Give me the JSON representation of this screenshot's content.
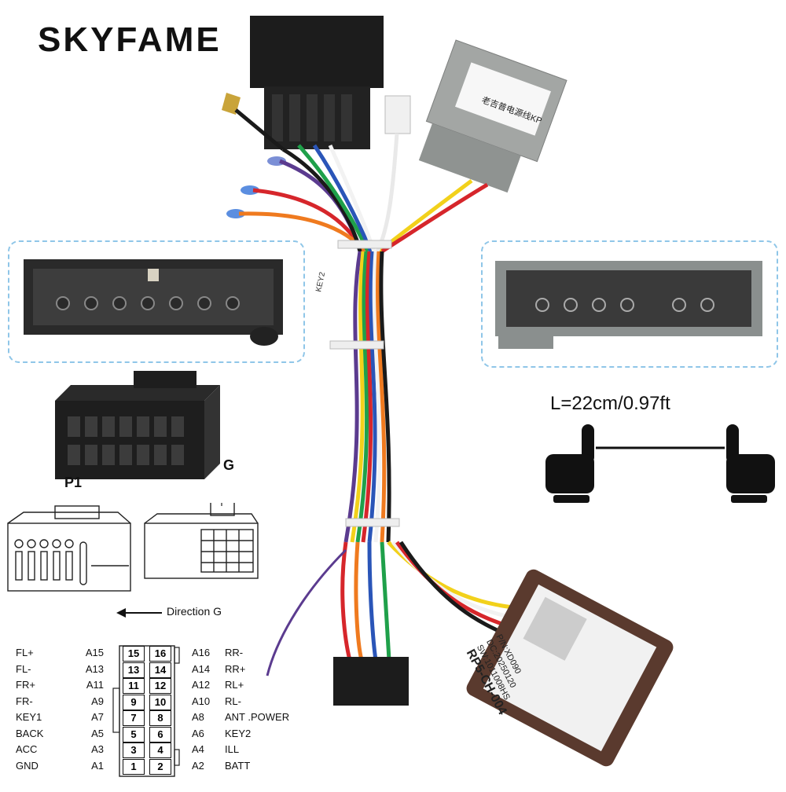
{
  "brand": "SKYFAME",
  "length_label": "L=22cm/0.97ft",
  "connector_labels": {
    "p1": "P1",
    "g": "G"
  },
  "direction_label": "Direction G",
  "harness_tags": {
    "plug_tag": "老吉普电源线KP",
    "tag_key": "KEY2"
  },
  "module_label": {
    "model": "RP5-CH-004",
    "version": "SW:1011008HS",
    "pin": "P/N:XD090",
    "date": "DC:20250120"
  },
  "pins": [
    {
      "lname": "FL+",
      "lcode": "A15",
      "lnum": "15",
      "rnum": "16",
      "rcode": "A16",
      "rname": "RR-"
    },
    {
      "lname": "FL-",
      "lcode": "A13",
      "lnum": "13",
      "rnum": "14",
      "rcode": "A14",
      "rname": "RR+"
    },
    {
      "lname": "FR+",
      "lcode": "A11",
      "lnum": "11",
      "rnum": "12",
      "rcode": "A12",
      "rname": "RL+"
    },
    {
      "lname": "FR-",
      "lcode": "A9",
      "lnum": "9",
      "rnum": "10",
      "rcode": "A10",
      "rname": "RL-"
    },
    {
      "lname": "KEY1",
      "lcode": "A7",
      "lnum": "7",
      "rnum": "8",
      "rcode": "A8",
      "rname": "ANT .POWER"
    },
    {
      "lname": "BACK",
      "lcode": "A5",
      "lnum": "5",
      "rnum": "6",
      "rcode": "A6",
      "rname": "KEY2"
    },
    {
      "lname": "ACC",
      "lcode": "A3",
      "lnum": "3",
      "rnum": "4",
      "rcode": "A4",
      "rname": "ILL"
    },
    {
      "lname": "GND",
      "lcode": "A1",
      "lnum": "1",
      "rnum": "2",
      "rcode": "A2",
      "rname": "BATT"
    }
  ],
  "colors": {
    "wire_yellow": "#f2d11b",
    "wire_red": "#d6262b",
    "wire_black": "#1a1a1a",
    "wire_blue": "#2a55b8",
    "wire_white": "#f2f2f2",
    "wire_orange": "#ef7a1f",
    "wire_green": "#1fa04a",
    "wire_purple": "#5b3b8f",
    "wire_grey": "#9a9a9a",
    "plug_grey": "#8a8f8e",
    "module_brown": "#5a3a2e"
  }
}
